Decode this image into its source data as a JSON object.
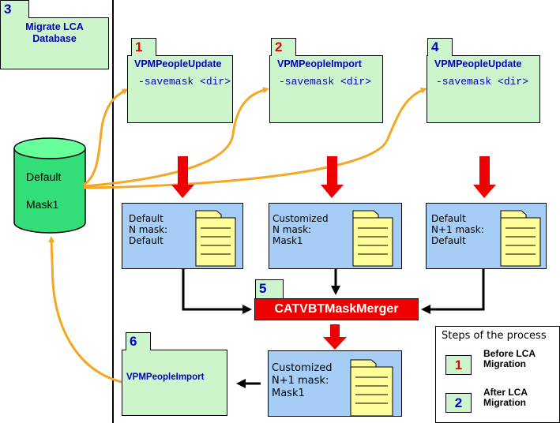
{
  "left_panel": {
    "step_number": "3",
    "title_line1": "Migrate LCA",
    "title_line2": "Database"
  },
  "database": {
    "line1": "Default",
    "line2": "Mask1"
  },
  "steps": [
    {
      "number": "1",
      "command": "VPMPeopleUpdate",
      "argument": "-savemask <dir>"
    },
    {
      "number": "2",
      "command": "VPMPeopleImport",
      "argument": "-savemask <dir>"
    },
    {
      "number": "4",
      "command": "VPMPeopleUpdate",
      "argument": "-savemask <dir>"
    }
  ],
  "masks": [
    {
      "lines": [
        "Default",
        "N mask:",
        "Default"
      ]
    },
    {
      "lines": [
        "Customized",
        "N mask:",
        "Mask1"
      ]
    },
    {
      "lines": [
        "Default",
        "N+1 mask:",
        "Default"
      ]
    }
  ],
  "merger": {
    "number": "5",
    "label": "CATVBTMaskMerger"
  },
  "result_mask": {
    "lines": [
      "Customized",
      "N+1 mask:",
      "Mask1"
    ]
  },
  "final_step": {
    "number": "6",
    "command": "VPMPeopleImport"
  },
  "legend": {
    "title": "Steps of the process",
    "items": [
      {
        "number": "1",
        "label_line1": "Before LCA",
        "label_line2": "Migration",
        "color": "#ee0000"
      },
      {
        "number": "2",
        "label_line1": "After LCA",
        "label_line2": "Migration",
        "color": "#0000cc"
      }
    ]
  },
  "colors": {
    "box_green": "#ccf5cc",
    "box_blue": "#a6cdf5",
    "flow_orange": "#f5a623",
    "arrow_red": "#ee0000",
    "number_red": "#ee0000",
    "number_blue": "#0000cc",
    "command_blue": "#0000bb"
  }
}
